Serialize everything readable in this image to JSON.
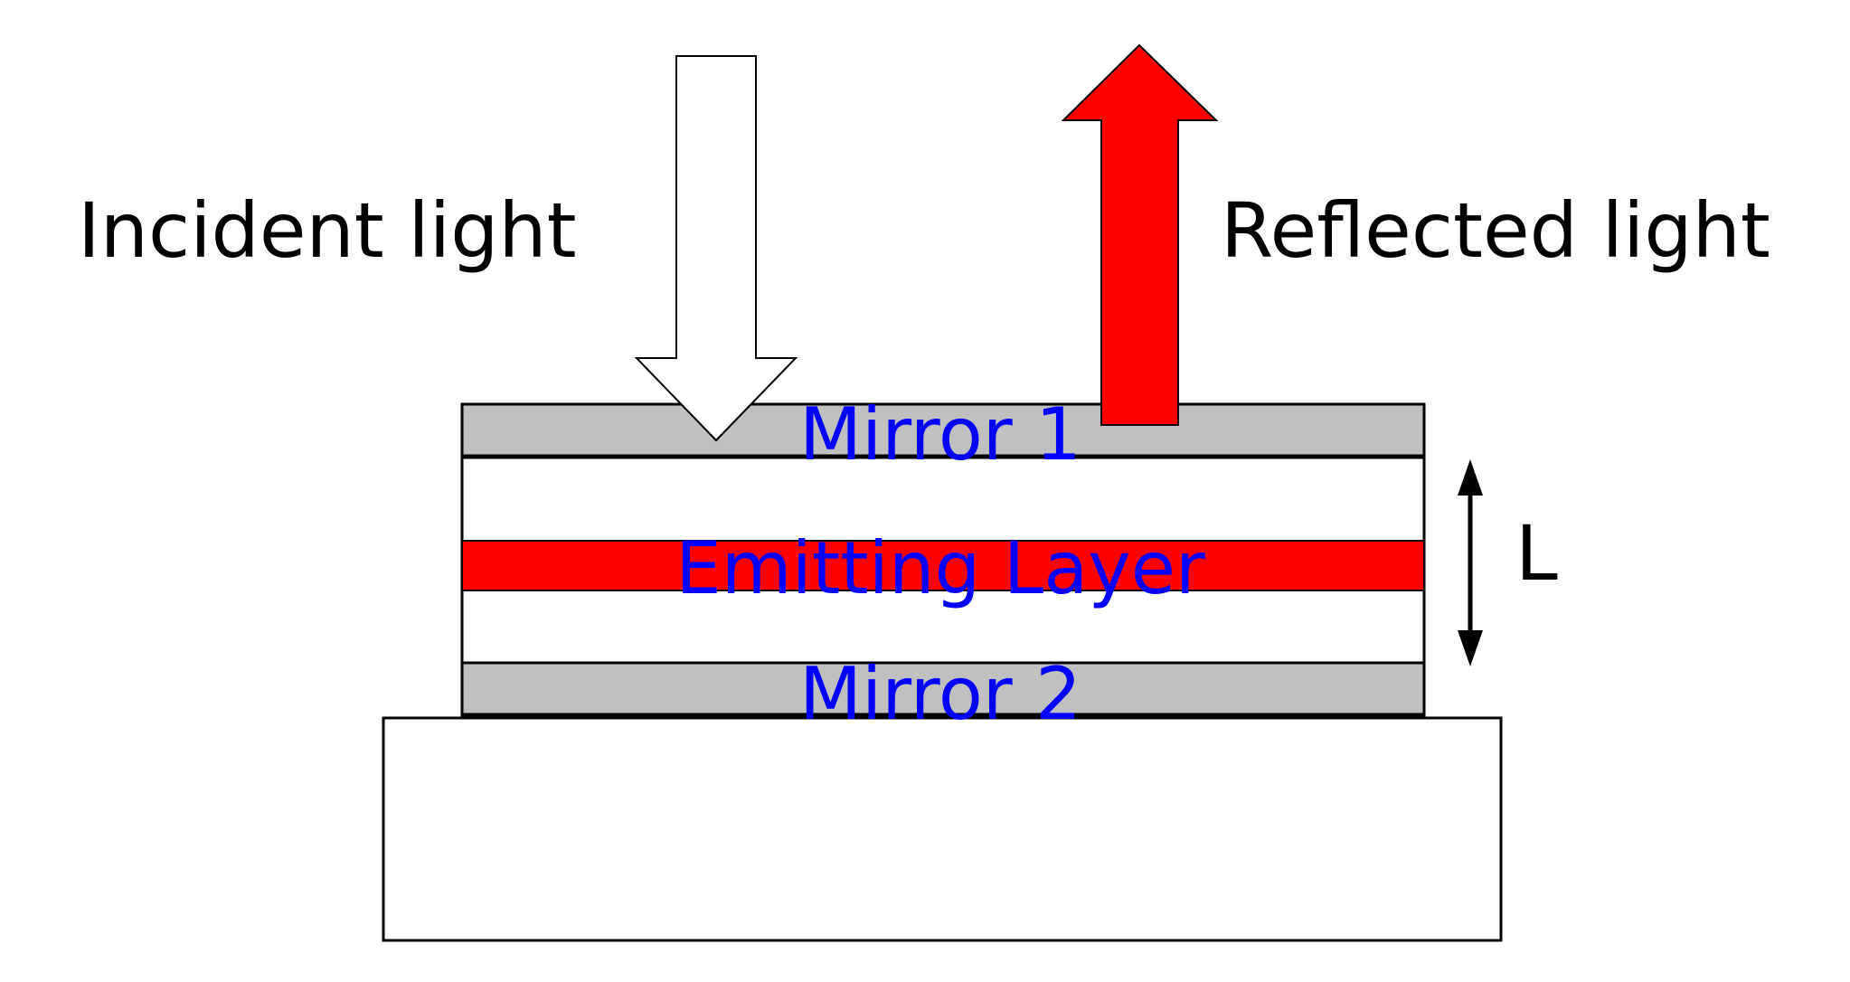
{
  "labels": {
    "incident": "Incident light",
    "reflected": "Reflected light",
    "mirror1": "Mirror 1",
    "emitting": "Emitting Layer",
    "mirror2": "Mirror 2",
    "thickness": "L"
  },
  "colors": {
    "mirror_fill": "#c0c0c0",
    "emitting_fill": "#ff0000",
    "reflected_arrow": "#ff0000",
    "incident_arrow": "#ffffff",
    "layer_label": "#0000ff",
    "outline": "#000000",
    "background": "#ffffff"
  }
}
